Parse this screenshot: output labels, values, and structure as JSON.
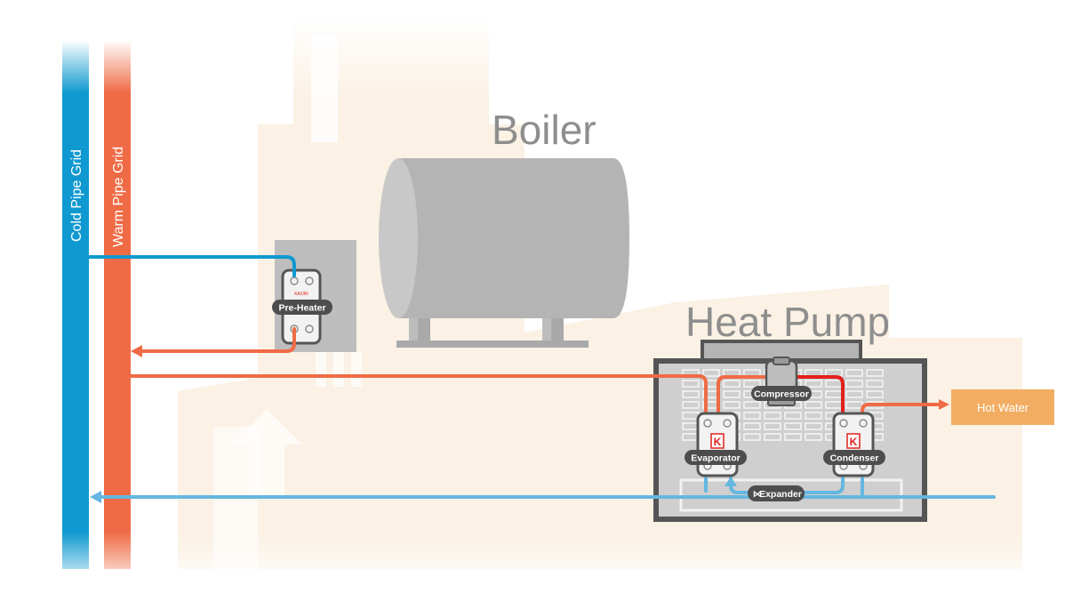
{
  "labels": {
    "cold_grid": "Cold Pipe Grid",
    "warm_grid": "Warm Pipe Grid",
    "boiler": "Boiler",
    "heat_pump": "Heat Pump",
    "pre_heater": "Pre-Heater",
    "compressor": "Compressor",
    "evaporator": "Evaporator",
    "condenser": "Condenser",
    "expander": "Expander",
    "hot_water": "Hot Water",
    "hx_brand": "KAORI",
    "hx_brand_letter": "K",
    "expander_glyph": "⋈"
  },
  "colors": {
    "cold_pipe": "#1099d0",
    "warm_pipe": "#ef6b45",
    "cold_flow": "#64b7e0",
    "warm_flow": "#ef6b45",
    "hot_refrigerant": "#e3201b",
    "hot_water_box": "#f2ad62",
    "equipment_gray": "#b4b4b4",
    "dark_frame": "#555555",
    "pill_bg": "#4d4d4d",
    "background_building": "#fbf1e4"
  }
}
